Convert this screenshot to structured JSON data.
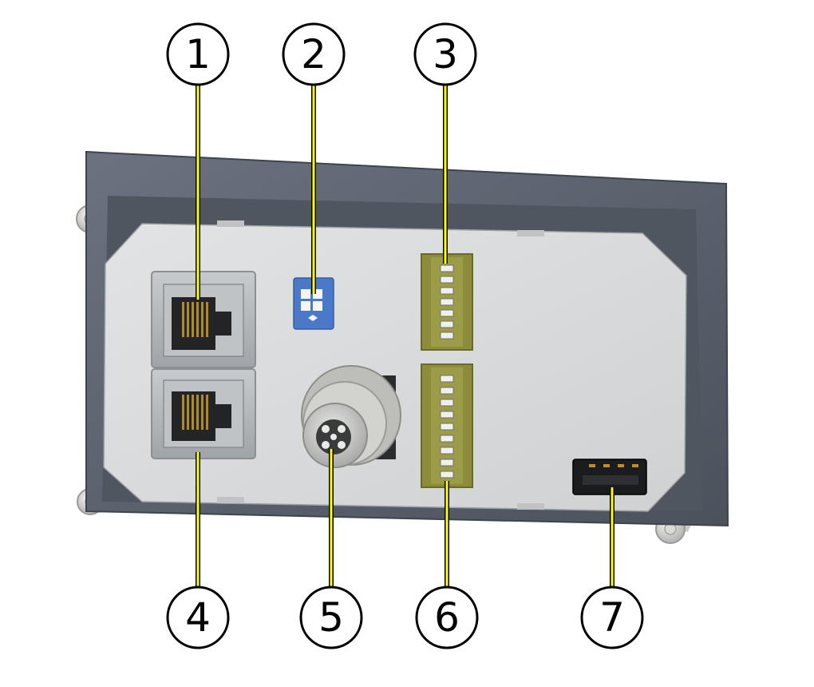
{
  "callouts": [
    {
      "id": 1,
      "label": "1",
      "target": "rj45-port-upper"
    },
    {
      "id": 2,
      "label": "2",
      "target": "dip-switch"
    },
    {
      "id": 3,
      "label": "3",
      "target": "terminal-block-small"
    },
    {
      "id": 4,
      "label": "4",
      "target": "rj45-port-lower"
    },
    {
      "id": 5,
      "label": "5",
      "target": "m12-connector"
    },
    {
      "id": 6,
      "label": "6",
      "target": "terminal-block-large"
    },
    {
      "id": 7,
      "label": "7",
      "target": "usb-port"
    }
  ],
  "colors": {
    "leader_line": "#ffff00",
    "leader_outline": "#000000",
    "housing_frame": "#5d6470",
    "face_plate": "#d9dbdc",
    "terminal_block": "#8c8c3a",
    "dip_switch": "#4a79c9"
  }
}
